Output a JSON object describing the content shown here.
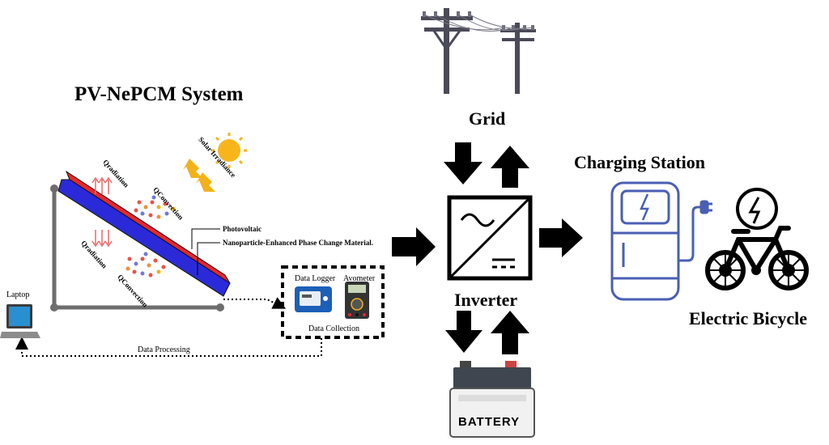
{
  "title": "PV-NePCM System",
  "labels": {
    "grid": "Grid",
    "inverter": "Inverter",
    "charging_station": "Charging Station",
    "electric_bicycle": "Electric Bicycle",
    "battery": "BATTERY",
    "photovoltaic": "Photovoltaic",
    "nepcm": "Nanoparticle-Enhanced Phase Change Material.",
    "solar_irradiance": "Solar Irradiance",
    "qradiation_top": "Qradiation",
    "qconvection_top": "QConvection",
    "qradiation_bottom": "Qradiation",
    "qconvection_bottom": "QConvection",
    "data_logger": "Data Logger",
    "avometer": "Avometer",
    "data_collection": "Data Collection",
    "data_processing": "Data Processing",
    "laptop": "Laptop"
  },
  "colors": {
    "pv_red": "#e8262b",
    "pcm_blue": "#2a2ad8",
    "sun": "#f7b51b",
    "sun_arrow": "#f2b21a",
    "icon_blue": "#4a5fb3",
    "frame_grey": "#6d6d6d"
  }
}
